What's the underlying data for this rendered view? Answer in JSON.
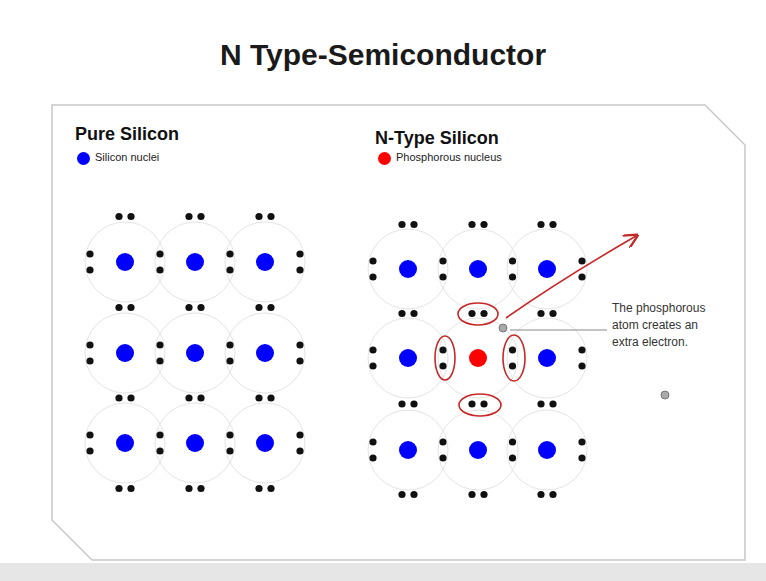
{
  "diagram": {
    "title": "N Type-Semiconductor",
    "labels": [
      "Pure Silicon",
      "N-Type Silicon",
      "The phosphorous atom creates an extra electron."
    ],
    "legend": [
      {
        "text": "Silicon nuclei",
        "color": "#0000ff"
      },
      {
        "text": "Phosphorous nucleus",
        "color": "#ff0000"
      }
    ]
  }
}
